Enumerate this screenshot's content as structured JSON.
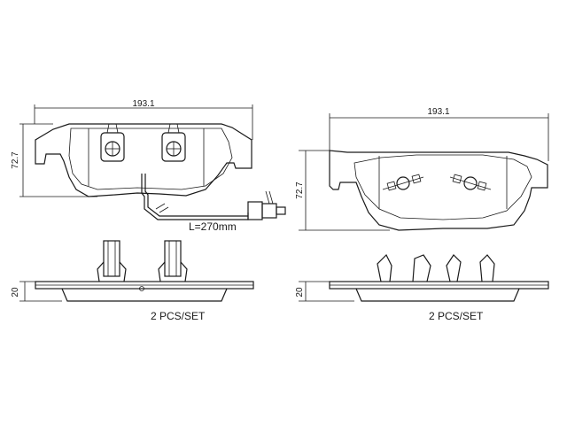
{
  "dimensions": {
    "width_label": "193.1",
    "height_label": "72.7",
    "thickness_label": "20",
    "sensor_length_label": "L=270mm"
  },
  "notes": {
    "left_set_label": "2 PCS/SET",
    "right_set_label": "2 PCS/SET"
  }
}
